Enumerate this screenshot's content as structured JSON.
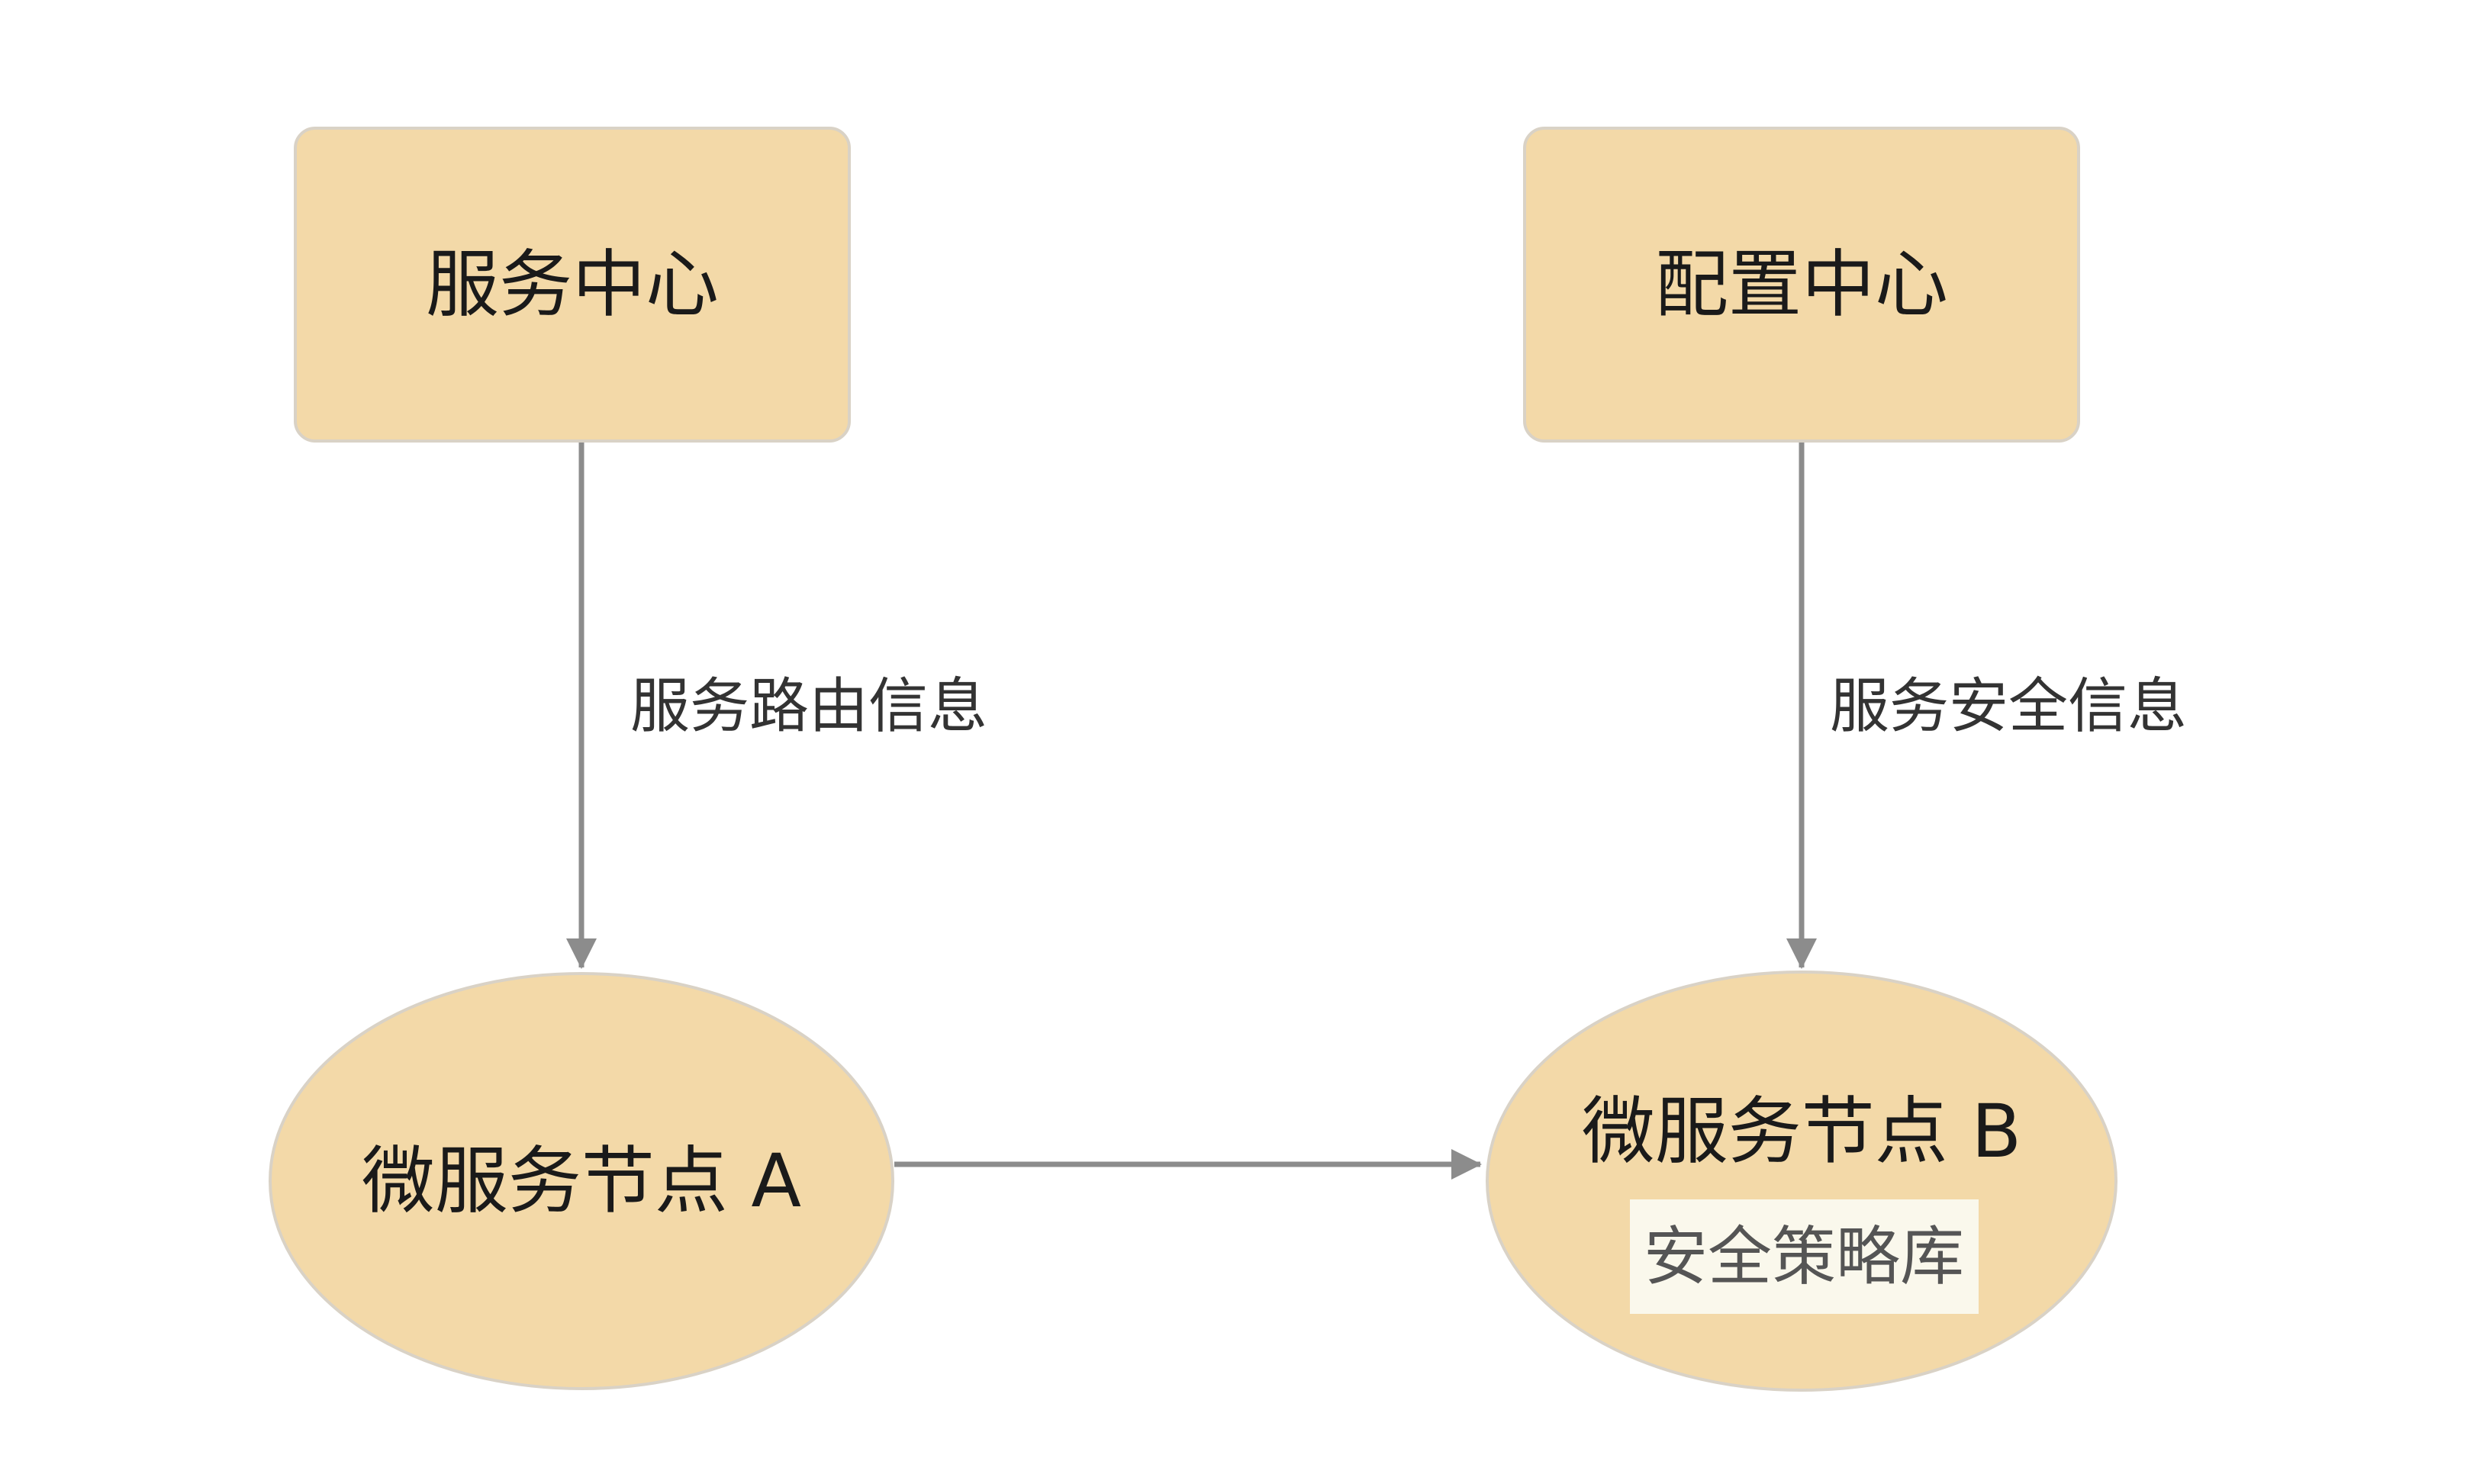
{
  "colors": {
    "node_fill": "#f3d9a8",
    "node_stroke": "#d9d2c6",
    "edge_color": "#8c8c8c",
    "inner_box_fill": "#faf8ec",
    "background": "#ffffff"
  },
  "nodes": {
    "service_center": {
      "label": "服务中心",
      "shape": "rounded-rectangle"
    },
    "config_center": {
      "label": "配置中心",
      "shape": "rounded-rectangle"
    },
    "node_a": {
      "label": "微服务节点 A",
      "shape": "ellipse"
    },
    "node_b": {
      "label": "微服务节点 B",
      "shape": "ellipse",
      "inner_label": "安全策略库"
    }
  },
  "edges": [
    {
      "from": "service_center",
      "to": "node_a",
      "label": "服务路由信息"
    },
    {
      "from": "config_center",
      "to": "node_b",
      "label": "服务安全信息"
    },
    {
      "from": "node_a",
      "to": "node_b",
      "label": ""
    }
  ]
}
